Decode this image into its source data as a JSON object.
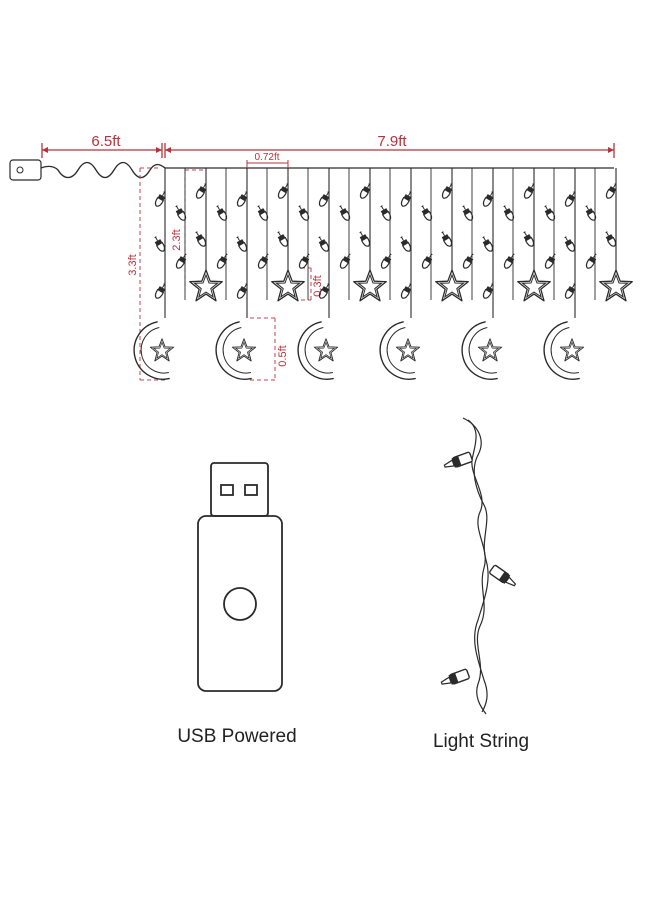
{
  "dimensions": {
    "cable_length": "6.5ft",
    "curtain_width": "7.9ft",
    "strand_spacing": "0.72ft",
    "long_drop": "3.3ft",
    "short_drop": "2.3ft",
    "star_drop": "0.3ft",
    "moon_height": "0.5ft"
  },
  "captions": {
    "usb": "USB Powered",
    "light_string": "Light String"
  },
  "colors": {
    "dimension": "#b8323a",
    "outline": "#2b2b2b"
  },
  "icons": [
    "usb-plug-icon",
    "light-string-icon",
    "star-icon",
    "crescent-moon-icon",
    "bulb-icon"
  ]
}
